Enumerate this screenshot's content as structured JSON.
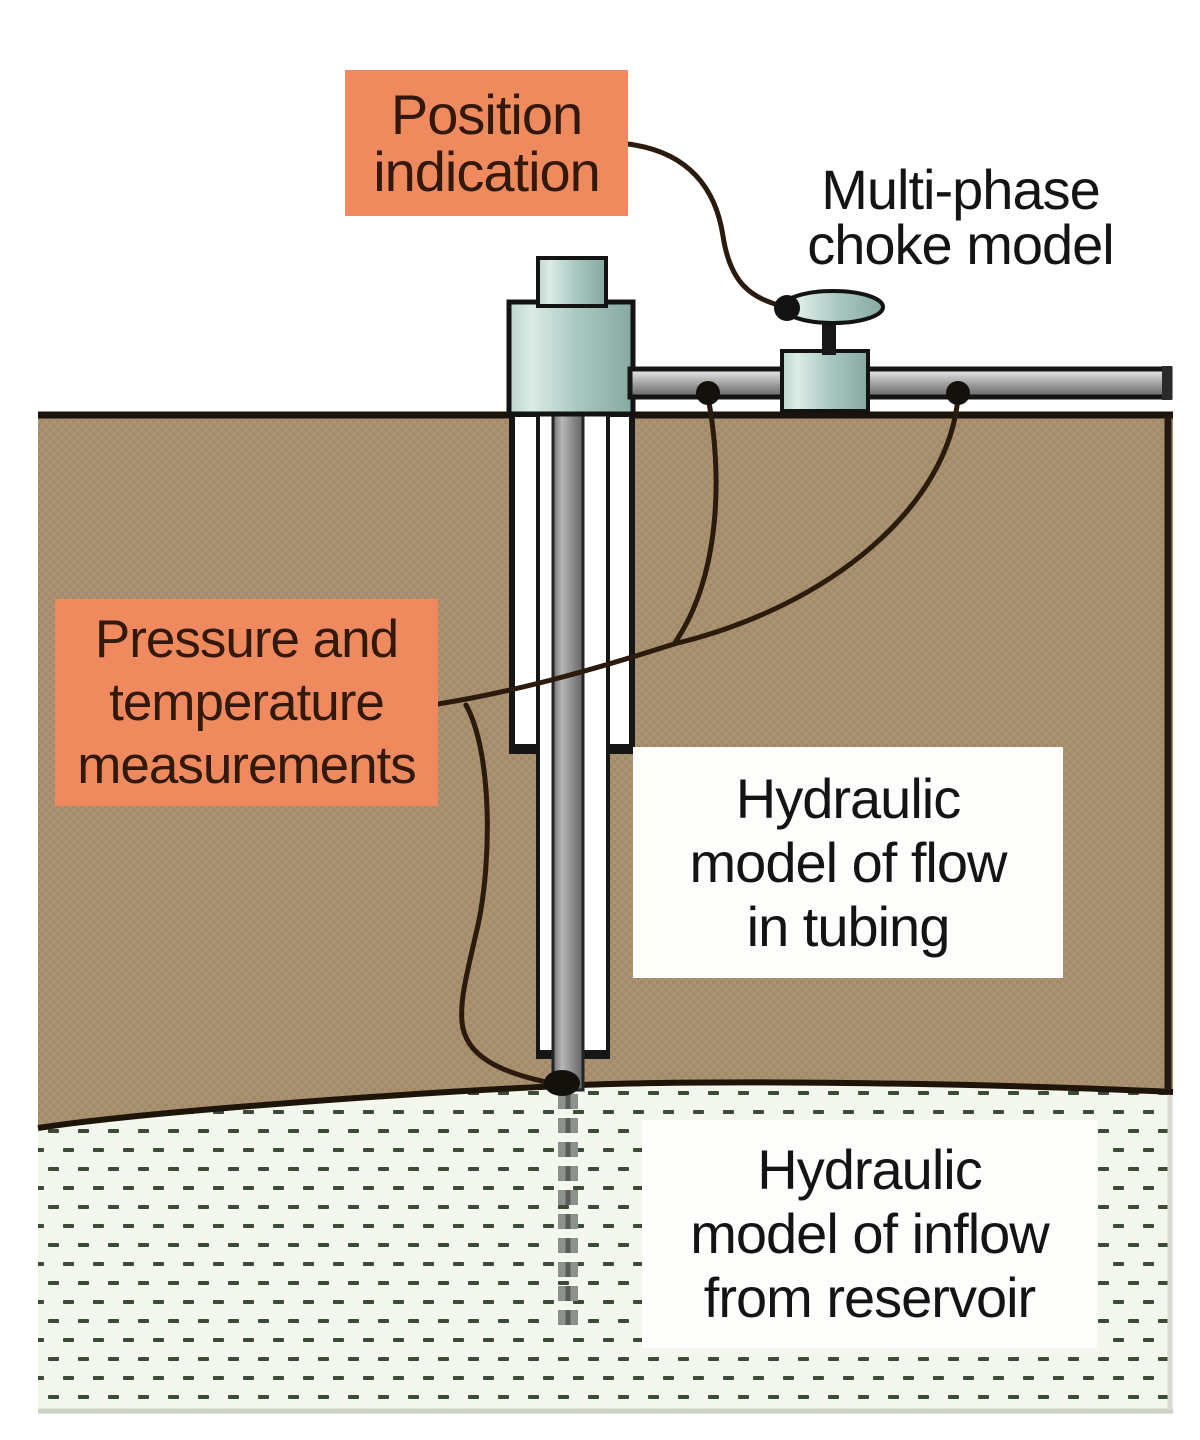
{
  "figure": {
    "type": "well-monitoring-schematic",
    "parts": [
      "wellhead",
      "flowline-pipe",
      "choke-valve",
      "choke-handle",
      "well-casing-outer",
      "well-casing-inner",
      "production-tubing",
      "ground",
      "reservoir",
      "downhole-sensor",
      "signal-cables",
      "pipe-sensor-dots"
    ]
  },
  "labels": {
    "position_indication": {
      "lines": [
        "Position",
        "indication"
      ]
    },
    "multiphase_choke": {
      "lines": [
        "Multi-phase",
        "choke model"
      ]
    },
    "pressure_temperature": {
      "lines": [
        "Pressure and",
        "temperature",
        "measurements"
      ]
    },
    "hydraulic_tubing": {
      "lines": [
        "Hydraulic",
        "model of flow",
        "in tubing"
      ]
    },
    "hydraulic_inflow": {
      "lines": [
        "Hydraulic",
        "model of inflow",
        "from reservoir"
      ]
    }
  },
  "colors": {
    "label_box_orange": "#ef8a5e",
    "label_box_text": "#32190b",
    "diagram_text": "#141414",
    "ground_brown": "#a28b69",
    "ground_edge": "#1c140a",
    "reservoir_background": "#f3f7ed",
    "reservoir_dash_green": "#3c4a38",
    "metal_teal_light": "#dcebe6",
    "metal_teal_dark": "#86a9a1",
    "pipe_grey": "#9e9e9e",
    "cable_dark_brown": "#2a1b0c",
    "casing_white": "#ffffff"
  }
}
